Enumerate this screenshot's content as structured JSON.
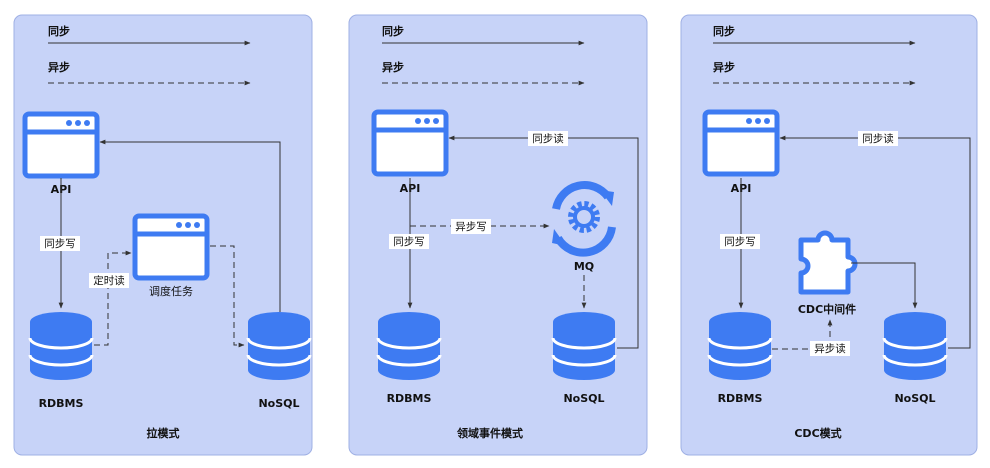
{
  "legend": {
    "sync": "同步",
    "async": "异步"
  },
  "colors": {
    "panel_bg": "#c7d3f8",
    "panel_border": "#9fb0e4",
    "icon_blue": "#3e7bf2",
    "line": "#333333"
  },
  "panels": [
    {
      "title": "拉模式",
      "nodes": {
        "api": "API",
        "scheduler": "调度任务",
        "rdbms": "RDBMS",
        "nosql": "NoSQL"
      },
      "edges": {
        "sync_write": "同步写",
        "timed_read": "定时读"
      }
    },
    {
      "title": "领域事件模式",
      "nodes": {
        "api": "API",
        "mq": "MQ",
        "rdbms": "RDBMS",
        "nosql": "NoSQL"
      },
      "edges": {
        "sync_read": "同步读",
        "async_write": "异步写",
        "sync_write": "同步写"
      }
    },
    {
      "title": "CDC模式",
      "nodes": {
        "api": "API",
        "cdc": "CDC中间件",
        "rdbms": "RDBMS",
        "nosql": "NoSQL"
      },
      "edges": {
        "sync_read": "同步读",
        "sync_write": "同步写",
        "async_read": "异步读"
      }
    }
  ],
  "icons": [
    "browser-window-icon",
    "database-icon",
    "sync-gear-icon",
    "puzzle-icon"
  ]
}
